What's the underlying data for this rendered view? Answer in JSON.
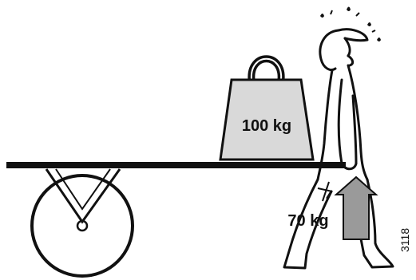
{
  "weight_label": "100 kg",
  "lift_force_label": "70 kg",
  "figure_code": "3118",
  "colors": {
    "line": "#111111",
    "weight_fill": "#d9d9d9",
    "arrow_fill": "#9a9a9a"
  }
}
